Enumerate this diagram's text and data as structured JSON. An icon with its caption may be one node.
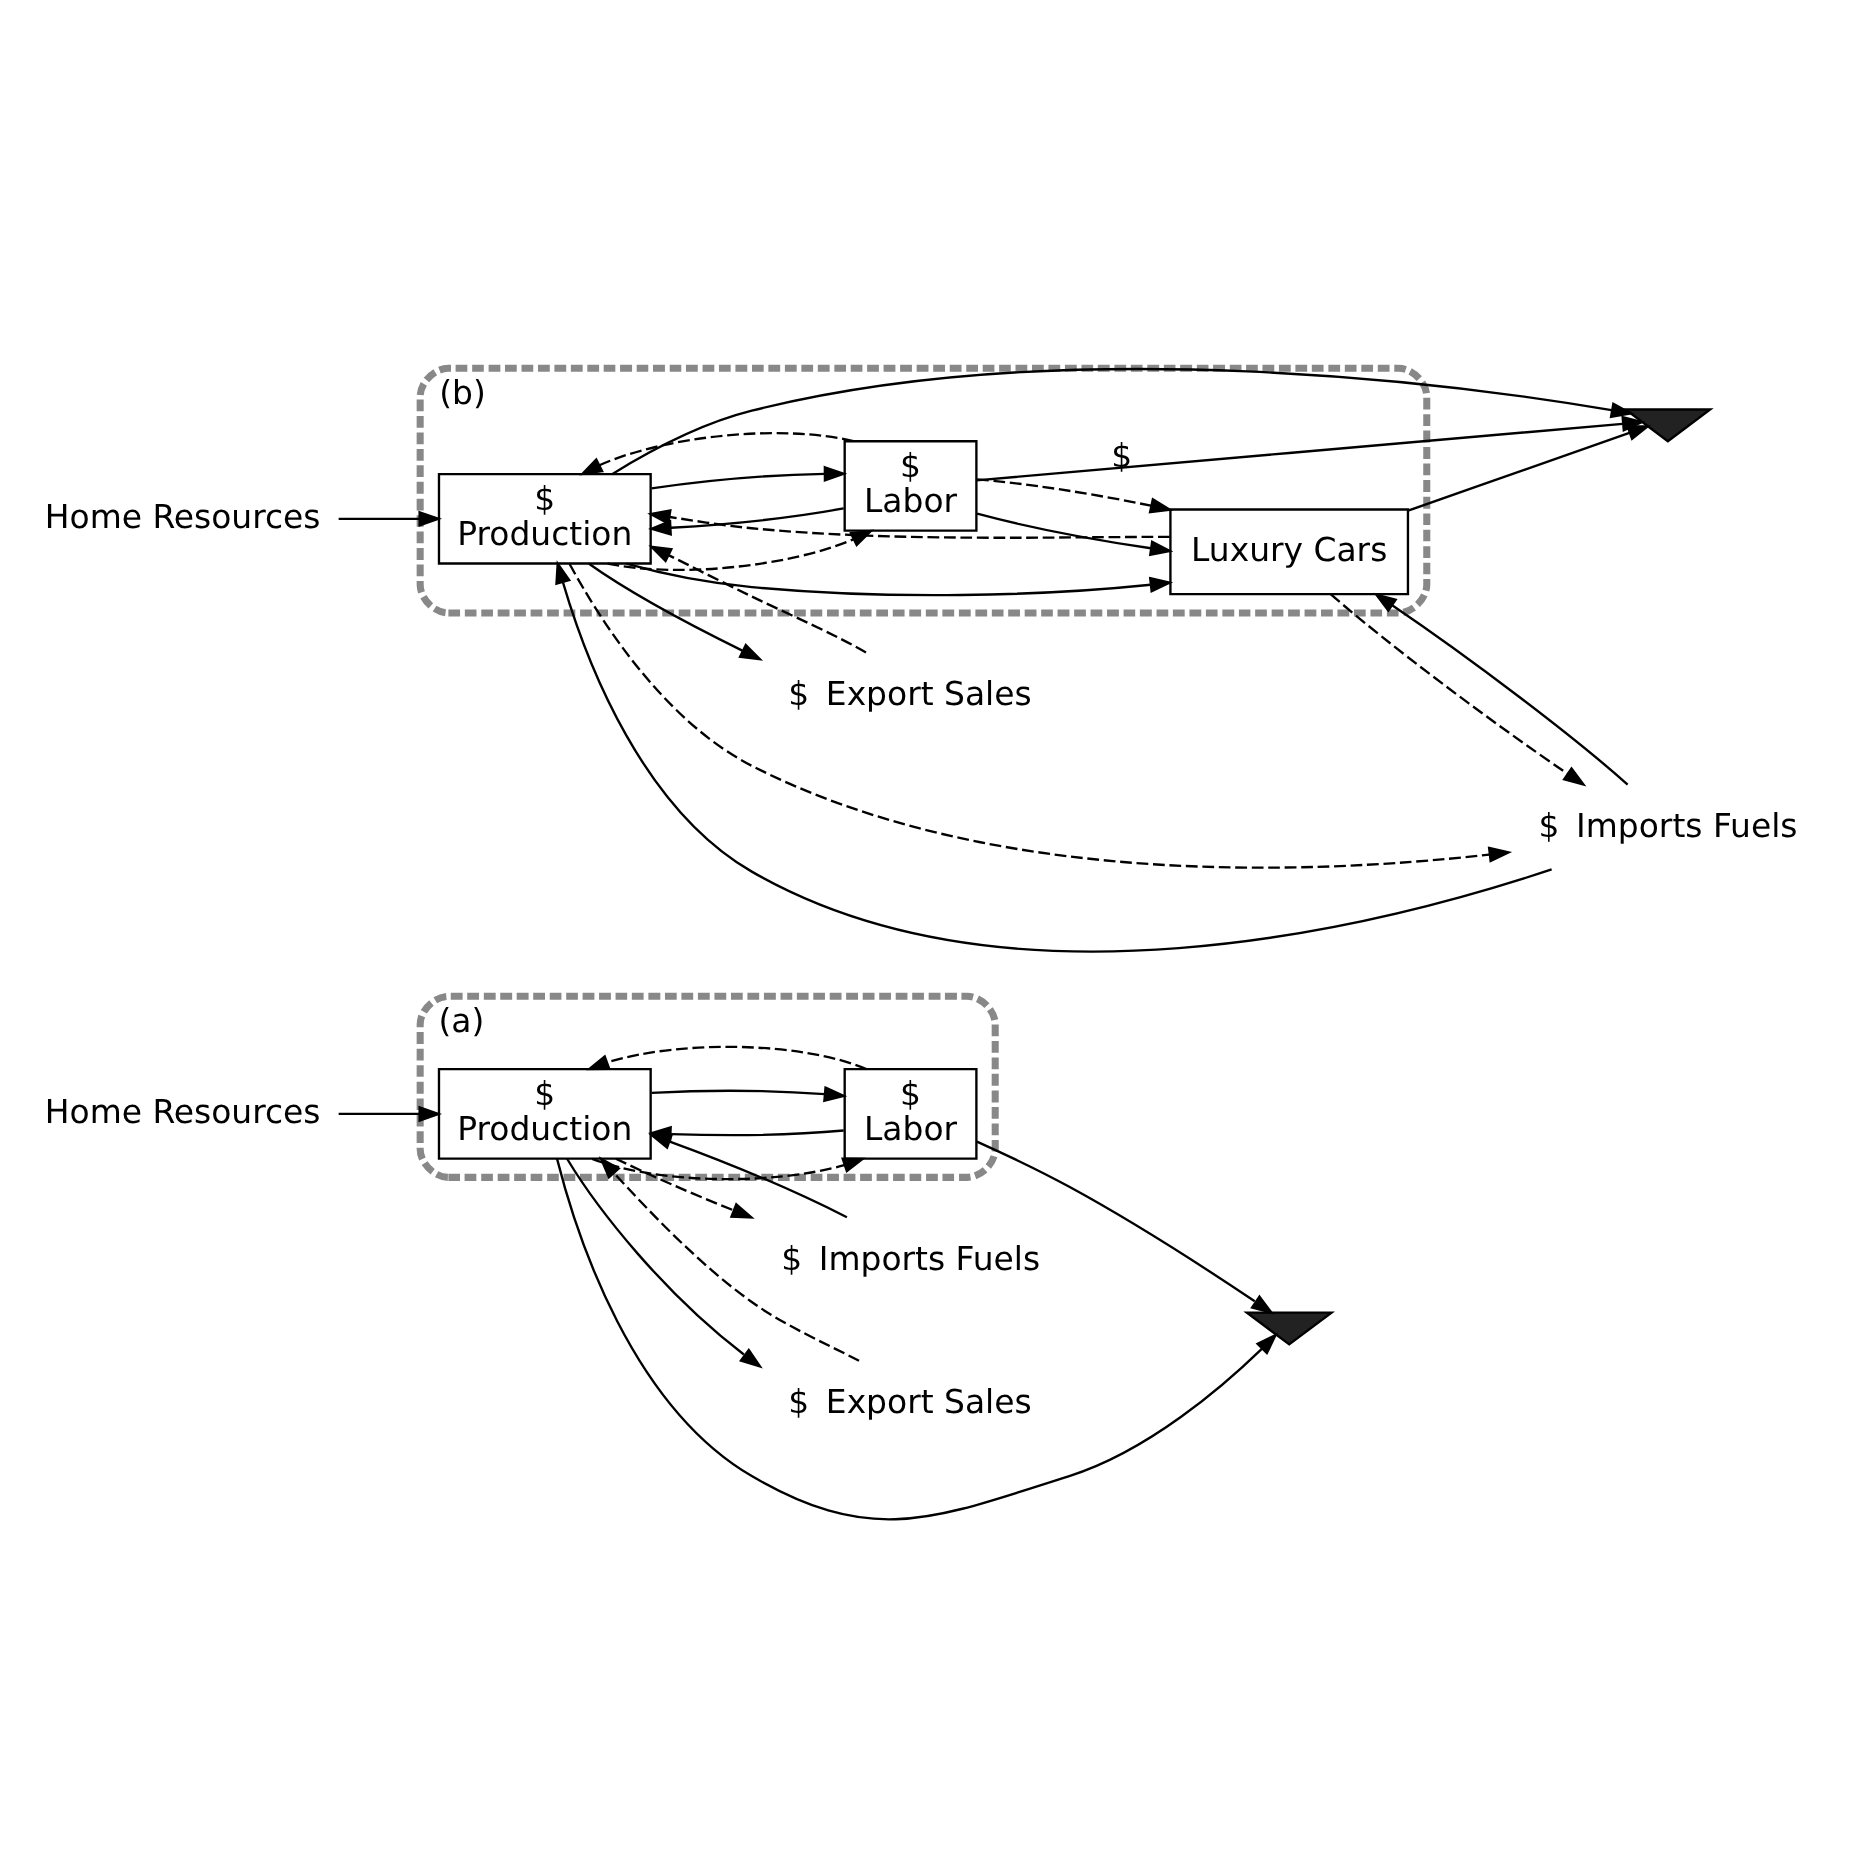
{
  "diagram": {
    "nodes": [
      {
        "text": [
          "(a)"
        ]
      },
      {
        "text": [
          "Home Resources"
        ]
      },
      {
        "text": [
          "$",
          "Production"
        ],
        "in": 0
      },
      {
        "text": [
          "$",
          "Labor"
        ],
        "in": 0
      },
      {
        "text": [
          "Imports Fuels"
        ],
        "beside": [
          "$"
        ]
      },
      {
        "text": [
          "Export Sales"
        ],
        "beside": [
          "$"
        ]
      },
      {
        "text": [],
        "shape": "sink"
      },
      {
        "text": [
          "(b)"
        ]
      },
      {
        "text": [
          "Home Resources"
        ]
      },
      {
        "text": [
          "$",
          "Production"
        ],
        "in": 7
      },
      {
        "text": [
          "$",
          "Labor"
        ],
        "in": 7
      },
      {
        "text": [
          "Luxury Cars"
        ],
        "in": 7
      },
      {
        "text": [
          "Imports Fuels"
        ],
        "beside": [
          "$"
        ]
      },
      {
        "text": [
          "Export Sales"
        ],
        "beside": [
          "$"
        ]
      },
      {
        "text": [],
        "shape": "sink"
      }
    ],
    "edges": [
      {
        "from": 1,
        "to": 2,
        "arrow": "to"
      },
      {
        "from": 4,
        "to": 2,
        "arrow": "to"
      },
      {
        "from": 2,
        "to": 4,
        "arrow": "to",
        "style": "dashed"
      },
      {
        "from": 3,
        "to": 2,
        "arrow": "to"
      },
      {
        "from": 2,
        "to": 3,
        "arrow": "to",
        "style": "dashed"
      },
      {
        "from": 2,
        "to": 3,
        "arrow": "to"
      },
      {
        "from": 3,
        "to": 2,
        "arrow": "to",
        "style": "dashed"
      },
      {
        "from": 5,
        "to": 2,
        "arrow": "to",
        "style": "dashed"
      },
      {
        "from": 2,
        "to": 5,
        "arrow": "to"
      },
      {
        "from": 2,
        "to": 6,
        "arrow": "to"
      },
      {
        "from": 3,
        "to": 6,
        "arrow": "to"
      },
      {
        "from": 8,
        "to": 9,
        "arrow": "to"
      },
      {
        "from": 12,
        "to": 9,
        "arrow": "to"
      },
      {
        "from": 9,
        "to": 12,
        "arrow": "to",
        "style": "dashed"
      },
      {
        "from": 10,
        "to": 9,
        "arrow": "to"
      },
      {
        "from": 9,
        "to": 10,
        "arrow": "to",
        "style": "dashed"
      },
      {
        "from": 9,
        "to": 10,
        "arrow": "to"
      },
      {
        "from": 10,
        "to": 9,
        "arrow": "to",
        "style": "dashed"
      },
      {
        "from": 10,
        "to": 11,
        "arrow": "to"
      },
      {
        "from": 10,
        "to": 11,
        "arrow": "to",
        "style": "dashed",
        "label": "$"
      },
      {
        "from": 9,
        "to": 11,
        "arrow": "to"
      },
      {
        "from": 11,
        "to": 9,
        "arrow": "to",
        "style": "dashed"
      },
      {
        "from": 12,
        "to": 11,
        "arrow": "to"
      },
      {
        "from": 11,
        "to": 12,
        "arrow": "to",
        "style": "dashed"
      },
      {
        "from": 13,
        "to": 9,
        "arrow": "to",
        "style": "dashed"
      },
      {
        "from": 9,
        "to": 13,
        "arrow": "to"
      },
      {
        "from": 9,
        "to": 14,
        "arrow": "to"
      },
      {
        "from": 10,
        "to": 14,
        "arrow": "to"
      },
      {
        "from": 11,
        "to": 14,
        "arrow": "to"
      }
    ]
  }
}
